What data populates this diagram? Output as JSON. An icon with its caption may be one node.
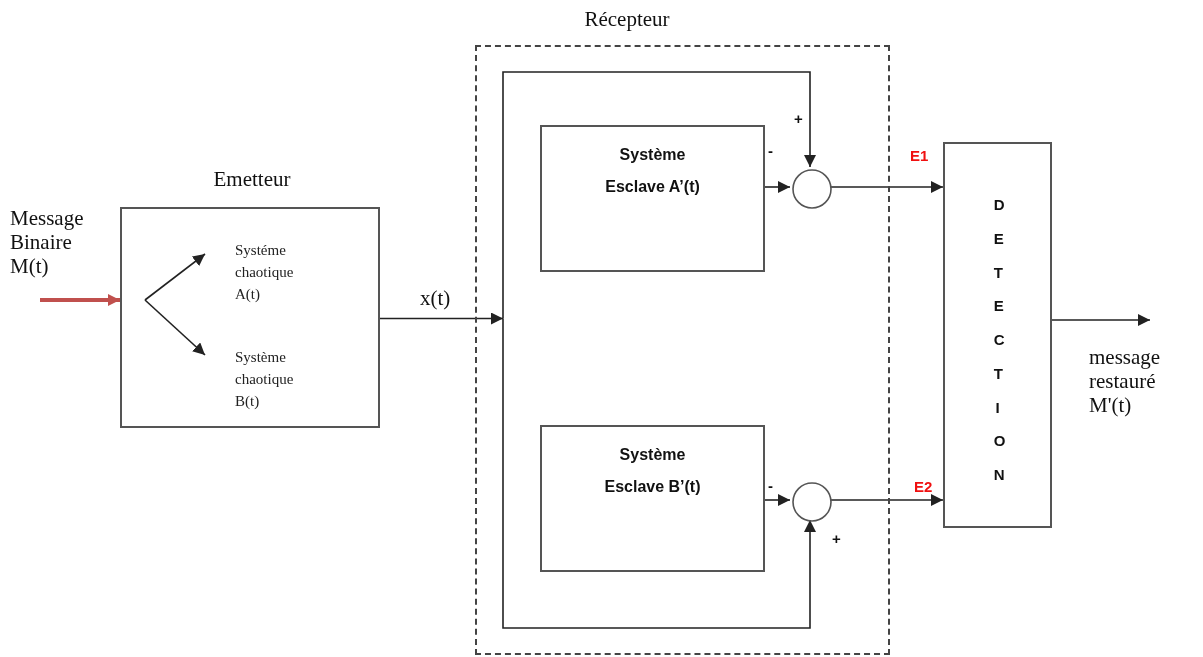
{
  "diagram": {
    "nodes": [
      {
        "text": [
          "Emetteur"
        ]
      },
      {
        "text": [
          "Systéme chaotique A(t)"
        ],
        "in": 0
      },
      {
        "text": [
          "Système chaotique B(t)"
        ],
        "in": 0
      },
      {
        "text": [
          "Récepteur"
        ]
      },
      {
        "text": [
          "Système Esclave A’(t)"
        ],
        "in": 3
      },
      {
        "text": [
          "Système Esclave B’(t)"
        ],
        "in": 3
      },
      {
        "text": [],
        "shape": "circle",
        "in": 3
      },
      {
        "text": [],
        "shape": "circle",
        "in": 3
      },
      {
        "text": [
          "DETECTION"
        ]
      }
    ],
    "edges": [
      {
        "from": null,
        "to": 0,
        "arrow": "to",
        "label": "Message Binaire M(t)",
        "style": "thick",
        "color": "#c0504d"
      },
      {
        "from": null,
        "to": 1,
        "arrow": "to"
      },
      {
        "from": null,
        "to": 2,
        "arrow": "to"
      },
      {
        "from": 0,
        "to": 6,
        "arrow": "to",
        "label": "x(t)"
      },
      {
        "from": 0,
        "to": 7,
        "arrow": "to"
      },
      {
        "from": 4,
        "to": 6,
        "arrow": "to"
      },
      {
        "from": 5,
        "to": 7,
        "arrow": "to"
      },
      {
        "from": 6,
        "to": 8,
        "arrow": "to",
        "label": "E1"
      },
      {
        "from": 7,
        "to": 8,
        "arrow": "to",
        "label": "E2"
      },
      {
        "from": 8,
        "to": null,
        "arrow": "to",
        "label": "message restauré M'(t)"
      }
    ],
    "labels": [
      "+",
      "-",
      "-",
      "+"
    ]
  }
}
